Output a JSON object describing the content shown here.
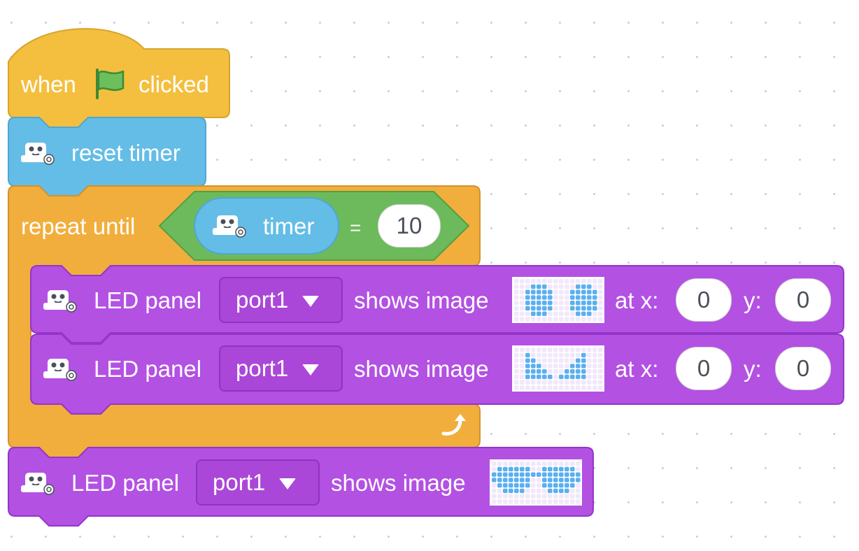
{
  "colors": {
    "event": "#f4bf3e",
    "event_border": "#d7a32c",
    "sensing": "#64bde6",
    "sensing_border": "#4ea7d2",
    "control": "#f1ae3d",
    "control_border": "#d2922a",
    "operator": "#6dba5c",
    "operator_border": "#52a042",
    "looks": "#b351e3",
    "looks_border": "#9336c9",
    "led_on": "#5aaff0",
    "led_off": "#f2e8fa"
  },
  "hat": {
    "label_when": "when",
    "icon": "green-flag-icon",
    "label_clicked": "clicked"
  },
  "reset": {
    "icon": "robot-icon",
    "label": "reset timer"
  },
  "repeat": {
    "label": "repeat until",
    "operator": "=",
    "reporter": {
      "icon": "robot-icon",
      "label": "timer"
    },
    "value": "10",
    "loop_icon": "loop-arrow-icon"
  },
  "led_blocks": [
    {
      "icon": "robot-icon",
      "label": "LED panel",
      "port": "port1",
      "shows": "shows image",
      "image": "eyes-open",
      "at_x_label": "at x:",
      "x": "0",
      "y_label": "y:",
      "y": "0"
    },
    {
      "icon": "robot-icon",
      "label": "LED panel",
      "port": "port1",
      "shows": "shows image",
      "image": "eyes-angry",
      "at_x_label": "at x:",
      "x": "0",
      "y_label": "y:",
      "y": "0"
    }
  ],
  "final_led": {
    "icon": "robot-icon",
    "label": "LED panel",
    "port": "port1",
    "shows": "shows image",
    "image": "glasses"
  }
}
